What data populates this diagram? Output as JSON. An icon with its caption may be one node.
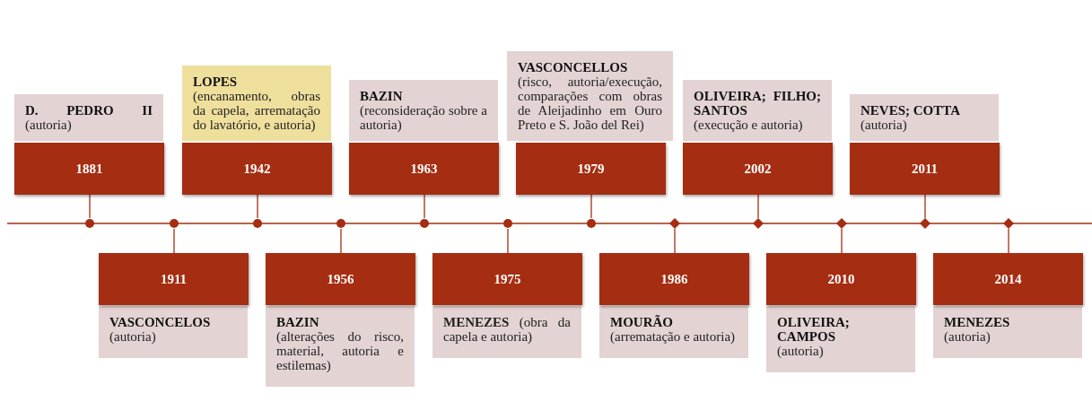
{
  "diagram": {
    "nodes": [
      {
        "text": [
          "D. PEDRO II",
          "(autoria)"
        ]
      },
      {
        "text": [
          "1881"
        ]
      },
      {
        "text": [],
        "shape": "circle"
      },
      {
        "text": [
          "VASCONCELOS",
          "(autoria)"
        ]
      },
      {
        "text": [
          "1911"
        ]
      },
      {
        "text": [],
        "shape": "circle"
      },
      {
        "text": [
          "LOPES",
          "(encanamento, obras da capela, arrematação do lavatório, e autoria)"
        ]
      },
      {
        "text": [
          "1942"
        ]
      },
      {
        "text": [],
        "shape": "circle"
      },
      {
        "text": [
          "BAZIN",
          "(alterações do risco, material, autoria e estilemas)"
        ]
      },
      {
        "text": [
          "1956"
        ]
      },
      {
        "text": [],
        "shape": "circle"
      },
      {
        "text": [
          "BAZIN",
          "(reconsideração sobre a autoria)"
        ]
      },
      {
        "text": [
          "1963"
        ]
      },
      {
        "text": [],
        "shape": "circle"
      },
      {
        "text": [
          "**MENEZES** (obra da capela e autoria)"
        ]
      },
      {
        "text": [
          "1975"
        ]
      },
      {
        "text": [],
        "shape": "circle"
      },
      {
        "text": [
          "VASCONCELLOS",
          "(risco, autoria/execução, comparações com obras de Aleijadinho em Ouro Preto e S. João del Rei)"
        ]
      },
      {
        "text": [
          "1979"
        ]
      },
      {
        "text": [],
        "shape": "circle"
      },
      {
        "text": [
          "MOURÃO",
          "(arrematação e autoria)"
        ]
      },
      {
        "text": [
          "1986"
        ]
      },
      {
        "text": [],
        "shape": "diamond"
      },
      {
        "text": [
          "OLIVEIRA; FILHO; SANTOS",
          "(execução e autoria)"
        ]
      },
      {
        "text": [
          "2002"
        ]
      },
      {
        "text": [],
        "shape": "diamond"
      },
      {
        "text": [
          "OLIVEIRA; CAMPOS",
          "(autoria)"
        ]
      },
      {
        "text": [
          "2010"
        ]
      },
      {
        "text": [],
        "shape": "diamond"
      },
      {
        "text": [
          "NEVES; COTTA",
          "(autoria)"
        ]
      },
      {
        "text": [
          "2011"
        ]
      },
      {
        "text": [],
        "shape": "diamond"
      },
      {
        "text": [
          "MENEZES",
          "(autoria)"
        ]
      },
      {
        "text": [
          "2014"
        ]
      },
      {
        "text": [],
        "shape": "diamond"
      }
    ],
    "edges": [
      {
        "from": 1,
        "to": 2,
        "arrow": "none"
      },
      {
        "from": 4,
        "to": 5,
        "arrow": "none"
      },
      {
        "from": 7,
        "to": 8,
        "arrow": "none"
      },
      {
        "from": 10,
        "to": 11,
        "arrow": "none"
      },
      {
        "from": 13,
        "to": 14,
        "arrow": "none"
      },
      {
        "from": 16,
        "to": 17,
        "arrow": "none"
      },
      {
        "from": 19,
        "to": 20,
        "arrow": "none"
      },
      {
        "from": 22,
        "to": 23,
        "arrow": "none"
      },
      {
        "from": 25,
        "to": 26,
        "arrow": "none"
      },
      {
        "from": 28,
        "to": 29,
        "arrow": "none"
      },
      {
        "from": 31,
        "to": 32,
        "arrow": "none"
      },
      {
        "from": 34,
        "to": 35,
        "arrow": "none"
      }
    ]
  }
}
